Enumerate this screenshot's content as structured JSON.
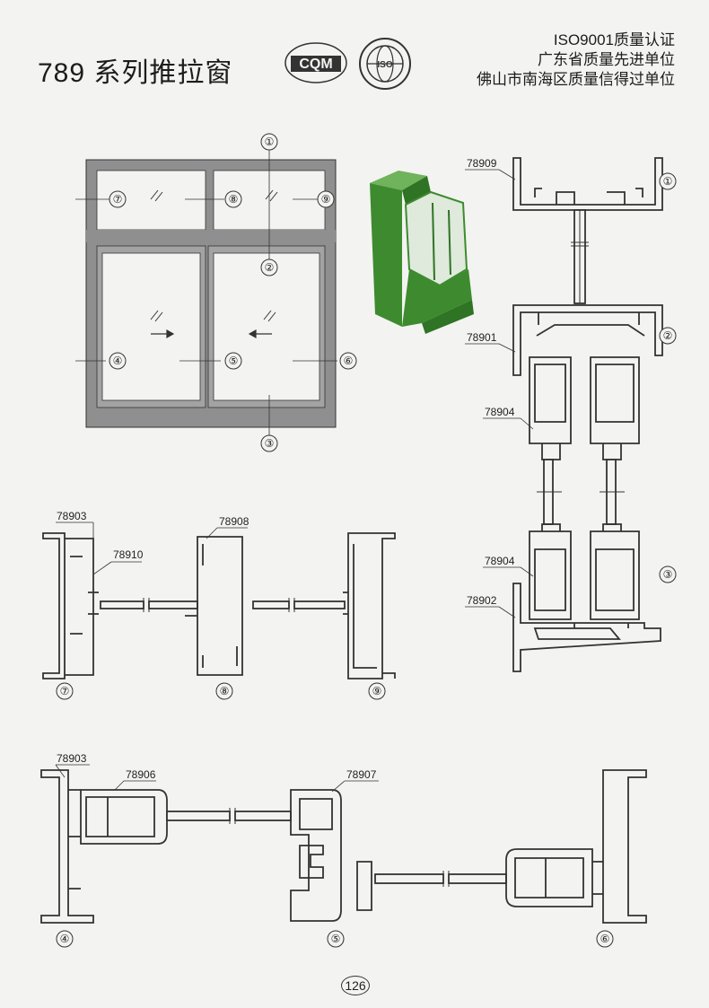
{
  "header": {
    "title": "789 系列推拉窗",
    "cert_lines": [
      "ISO9001质量认证",
      "广东省质量先进单位",
      "佛山市南海区质量信得过单位"
    ]
  },
  "logos": {
    "cqm_text": "CQM",
    "iso_text": "ISO"
  },
  "window_elevation": {
    "callouts": [
      "①",
      "②",
      "③",
      "④",
      "⑤",
      "⑥",
      "⑦",
      "⑧",
      "⑨"
    ]
  },
  "profiles": {
    "section_1_label": "78909",
    "section_2_label": "78901",
    "section_3_upper_label": "78904",
    "section_3_lower_label": "78904",
    "section_3_base_label": "78902",
    "s7_label_a": "78903",
    "s7_label_b": "78910",
    "s8_label": "78908",
    "s4_label": "78903",
    "s5_label_a": "78906",
    "s5_label_b": "78907"
  },
  "section_numbers": {
    "n1": "①",
    "n2": "②",
    "n3": "③",
    "n4": "④",
    "n5": "⑤",
    "n6": "⑥",
    "n7": "⑦",
    "n8": "⑧",
    "n9": "⑨"
  },
  "footer": {
    "page_number": "126"
  },
  "colors": {
    "frame": "#8c8c8c",
    "glass_arrow": "#333333",
    "photo_green": "#3d8b2e",
    "line": "#333333"
  }
}
